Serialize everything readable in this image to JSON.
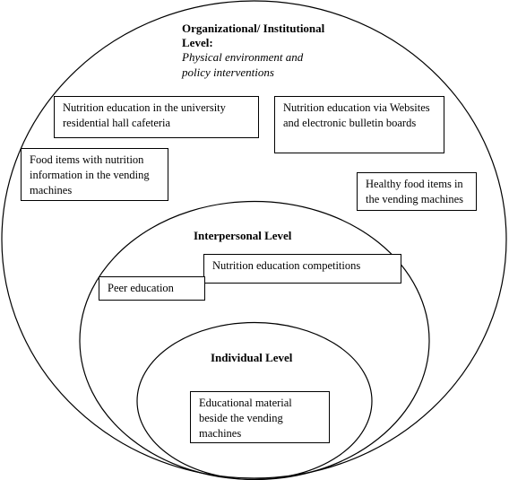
{
  "diagram": {
    "levels": {
      "organizational": {
        "title": "Organizational/ Institutional Level:",
        "subtitle": "Physical environment and policy interventions"
      },
      "interpersonal": {
        "title": "Interpersonal Level"
      },
      "individual": {
        "title": "Individual Level"
      }
    },
    "boxes": {
      "cafeteria": "Nutrition education in the university residential hall cafeteria",
      "websites": "Nutrition education via Websites and electronic bulletin boards",
      "vending_info": "Food items with nutrition information in the vending machines",
      "healthy_vending": "Healthy food items in the vending machines",
      "competitions": "Nutrition education competitions",
      "peer": "Peer education",
      "educational_material": "Educational material beside the vending machines"
    },
    "colors": {
      "stroke": "#000000",
      "background": "#ffffff"
    }
  }
}
